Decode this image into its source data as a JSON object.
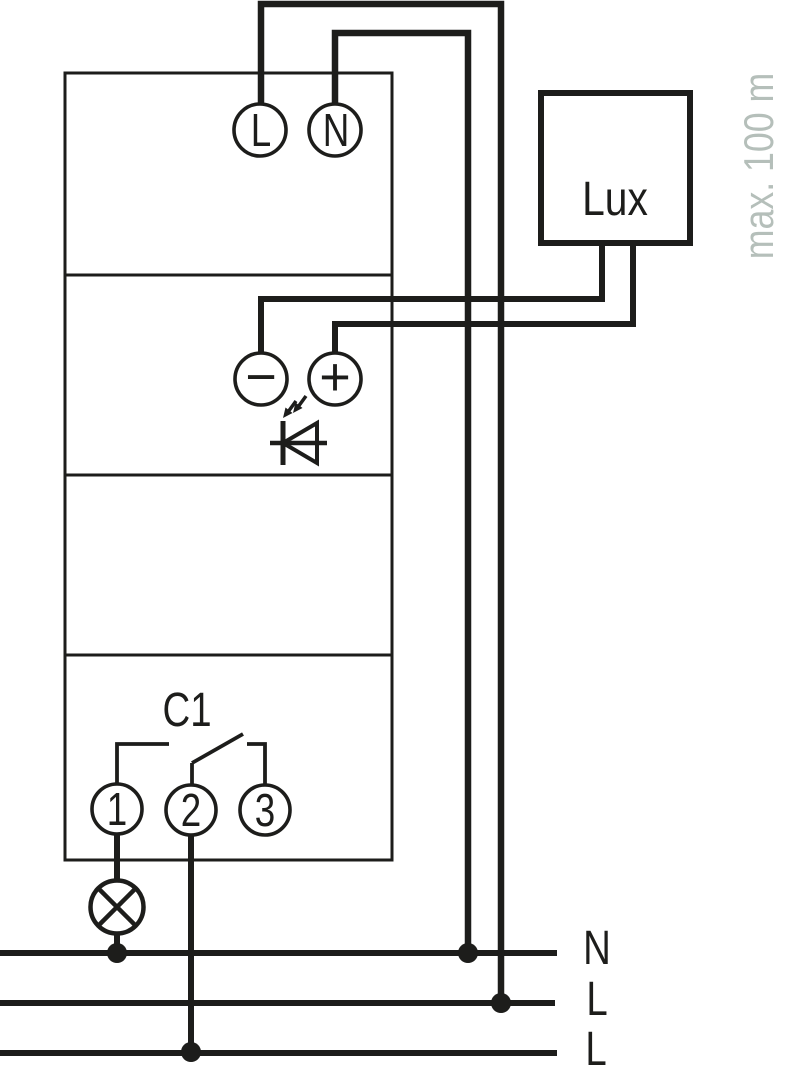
{
  "colors": {
    "line": "#1d1d1b",
    "note_text": "#b5bfba",
    "background": "#ffffff"
  },
  "device": {
    "power_terminals": [
      {
        "label": "L"
      },
      {
        "label": "N"
      }
    ],
    "sensor_terminals": [
      {
        "label": "−"
      },
      {
        "label": "+"
      }
    ],
    "relay_contact_label": "C1",
    "output_terminals": [
      {
        "label": "1"
      },
      {
        "label": "2"
      },
      {
        "label": "3"
      }
    ]
  },
  "light_sensor": {
    "label": "Lux"
  },
  "cable_length_note": "max. 100 m",
  "supply_lines": [
    {
      "label": "N"
    },
    {
      "label": "L"
    },
    {
      "label": "L"
    }
  ]
}
